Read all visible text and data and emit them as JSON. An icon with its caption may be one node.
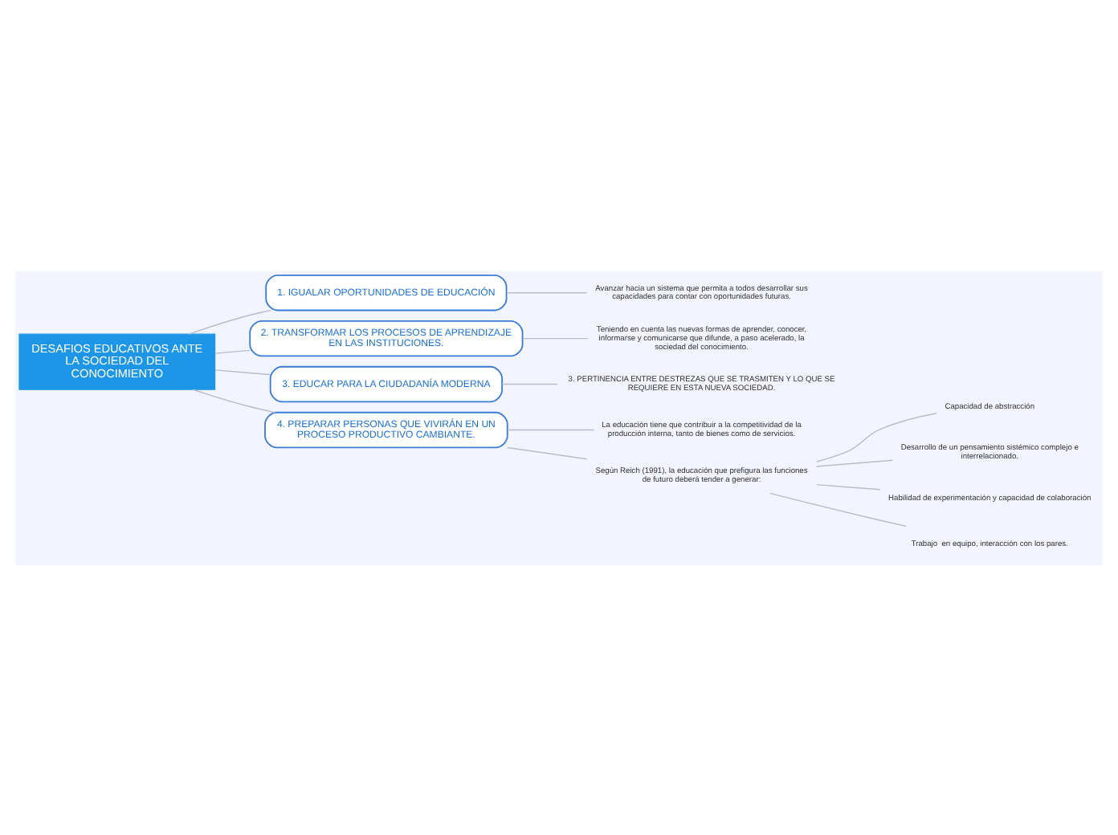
{
  "diagram": {
    "nodes": [
      {
        "text": [
          "DESAFIOS EDUCATIVOS ANTE LA SOCIEDAD DEL CONOCIMIENTO"
        ]
      },
      {
        "text": [
          "1. IGUALAR OPORTUNIDADES DE EDUCACIÓN"
        ]
      },
      {
        "text": [
          "Avanzar hacia un sistema que permita a todos desarrollar sus capacidades para contar con oportunidades futuras."
        ]
      },
      {
        "text": [
          "2. TRANSFORMAR LOS PROCESOS DE APRENDIZAJE EN LAS INSTITUCIONES."
        ]
      },
      {
        "text": [
          "Teniendo en cuenta las nuevas formas de aprender, conocer, informarse y comunicarse que difunde, a paso acelerado, la sociedad del conocimiento."
        ]
      },
      {
        "text": [
          "3. EDUCAR PARA LA CIUDADANÍA MODERNA"
        ]
      },
      {
        "text": [
          "3. PERTINENCIA ENTRE DESTREZAS QUE SE TRASMITEN Y LO QUE SE REQUIERE EN ESTA NUEVA SOCIEDAD."
        ]
      },
      {
        "text": [
          "4. PREPARAR PERSONAS QUE VIVIRÁN EN UN PROCESO PRODUCTIVO CAMBIANTE."
        ]
      },
      {
        "text": [
          "La educación tiene que contribuir a la competitividad de la producción interna, tanto de bienes como de servicios."
        ]
      },
      {
        "text": [
          "Según Reich (1991), la educación que prefigura las funciones de futuro deberá tender a generar:"
        ]
      },
      {
        "text": [
          "Capacidad de abstracción"
        ]
      },
      {
        "text": [
          "Desarrollo de un pensamiento sistémico complejo e interrelacionado."
        ]
      },
      {
        "text": [
          "Habilidad de experimentación y capacidad de colaboración"
        ]
      },
      {
        "text": [
          "Trabajo  en equipo, interacción con los pares."
        ]
      }
    ],
    "edges": [
      {
        "from": 0,
        "to": 1,
        "arrow": "none"
      },
      {
        "from": 1,
        "to": 2,
        "arrow": "none"
      },
      {
        "from": 0,
        "to": 3,
        "arrow": "none"
      },
      {
        "from": 3,
        "to": 4,
        "arrow": "none"
      },
      {
        "from": 0,
        "to": 5,
        "arrow": "none"
      },
      {
        "from": 5,
        "to": 6,
        "arrow": "none"
      },
      {
        "from": 0,
        "to": 7,
        "arrow": "none"
      },
      {
        "from": 7,
        "to": 8,
        "arrow": "none"
      },
      {
        "from": 7,
        "to": 9,
        "arrow": "none"
      },
      {
        "from": 9,
        "to": 10,
        "arrow": "none"
      },
      {
        "from": 9,
        "to": 11,
        "arrow": "none"
      },
      {
        "from": 9,
        "to": 12,
        "arrow": "none"
      },
      {
        "from": 9,
        "to": 13,
        "arrow": "none"
      }
    ]
  }
}
